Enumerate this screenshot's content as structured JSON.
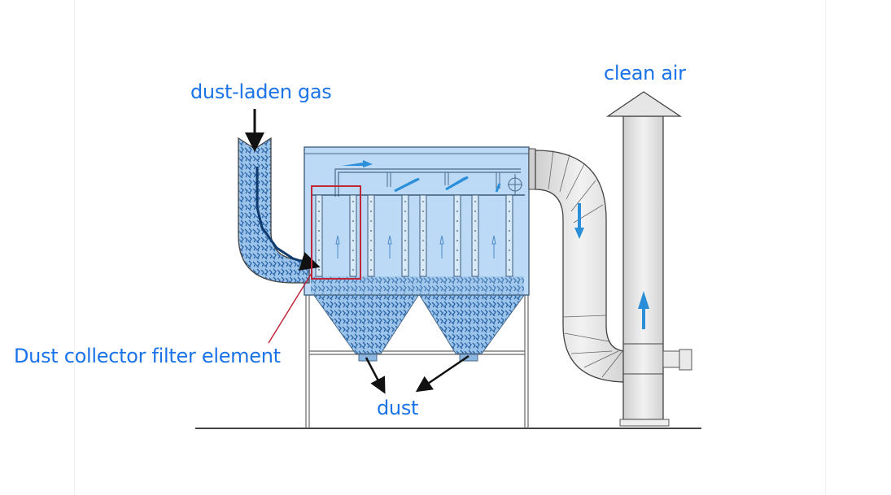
{
  "diagram": {
    "title": "Bag-type dust collector airflow",
    "labels": {
      "inlet": "dust-laden gas",
      "outlet": "clean air",
      "filter": "Dust collector filter element",
      "dust": "dust"
    },
    "components": {
      "filter_chambers": 4,
      "hoppers": 2,
      "filter_highlight_index": 1
    },
    "colors": {
      "label_text": "#1a73e8",
      "housing_fill": "#bcdaf5",
      "housing_stroke": "#4a6a8a",
      "flow_arrow": "#2a8fd8",
      "highlight_box": "#c0283a",
      "duct_fill": "#e2e2e2",
      "pointer_arrow": "#111111",
      "dust_fill": "#3f7fc0"
    }
  }
}
